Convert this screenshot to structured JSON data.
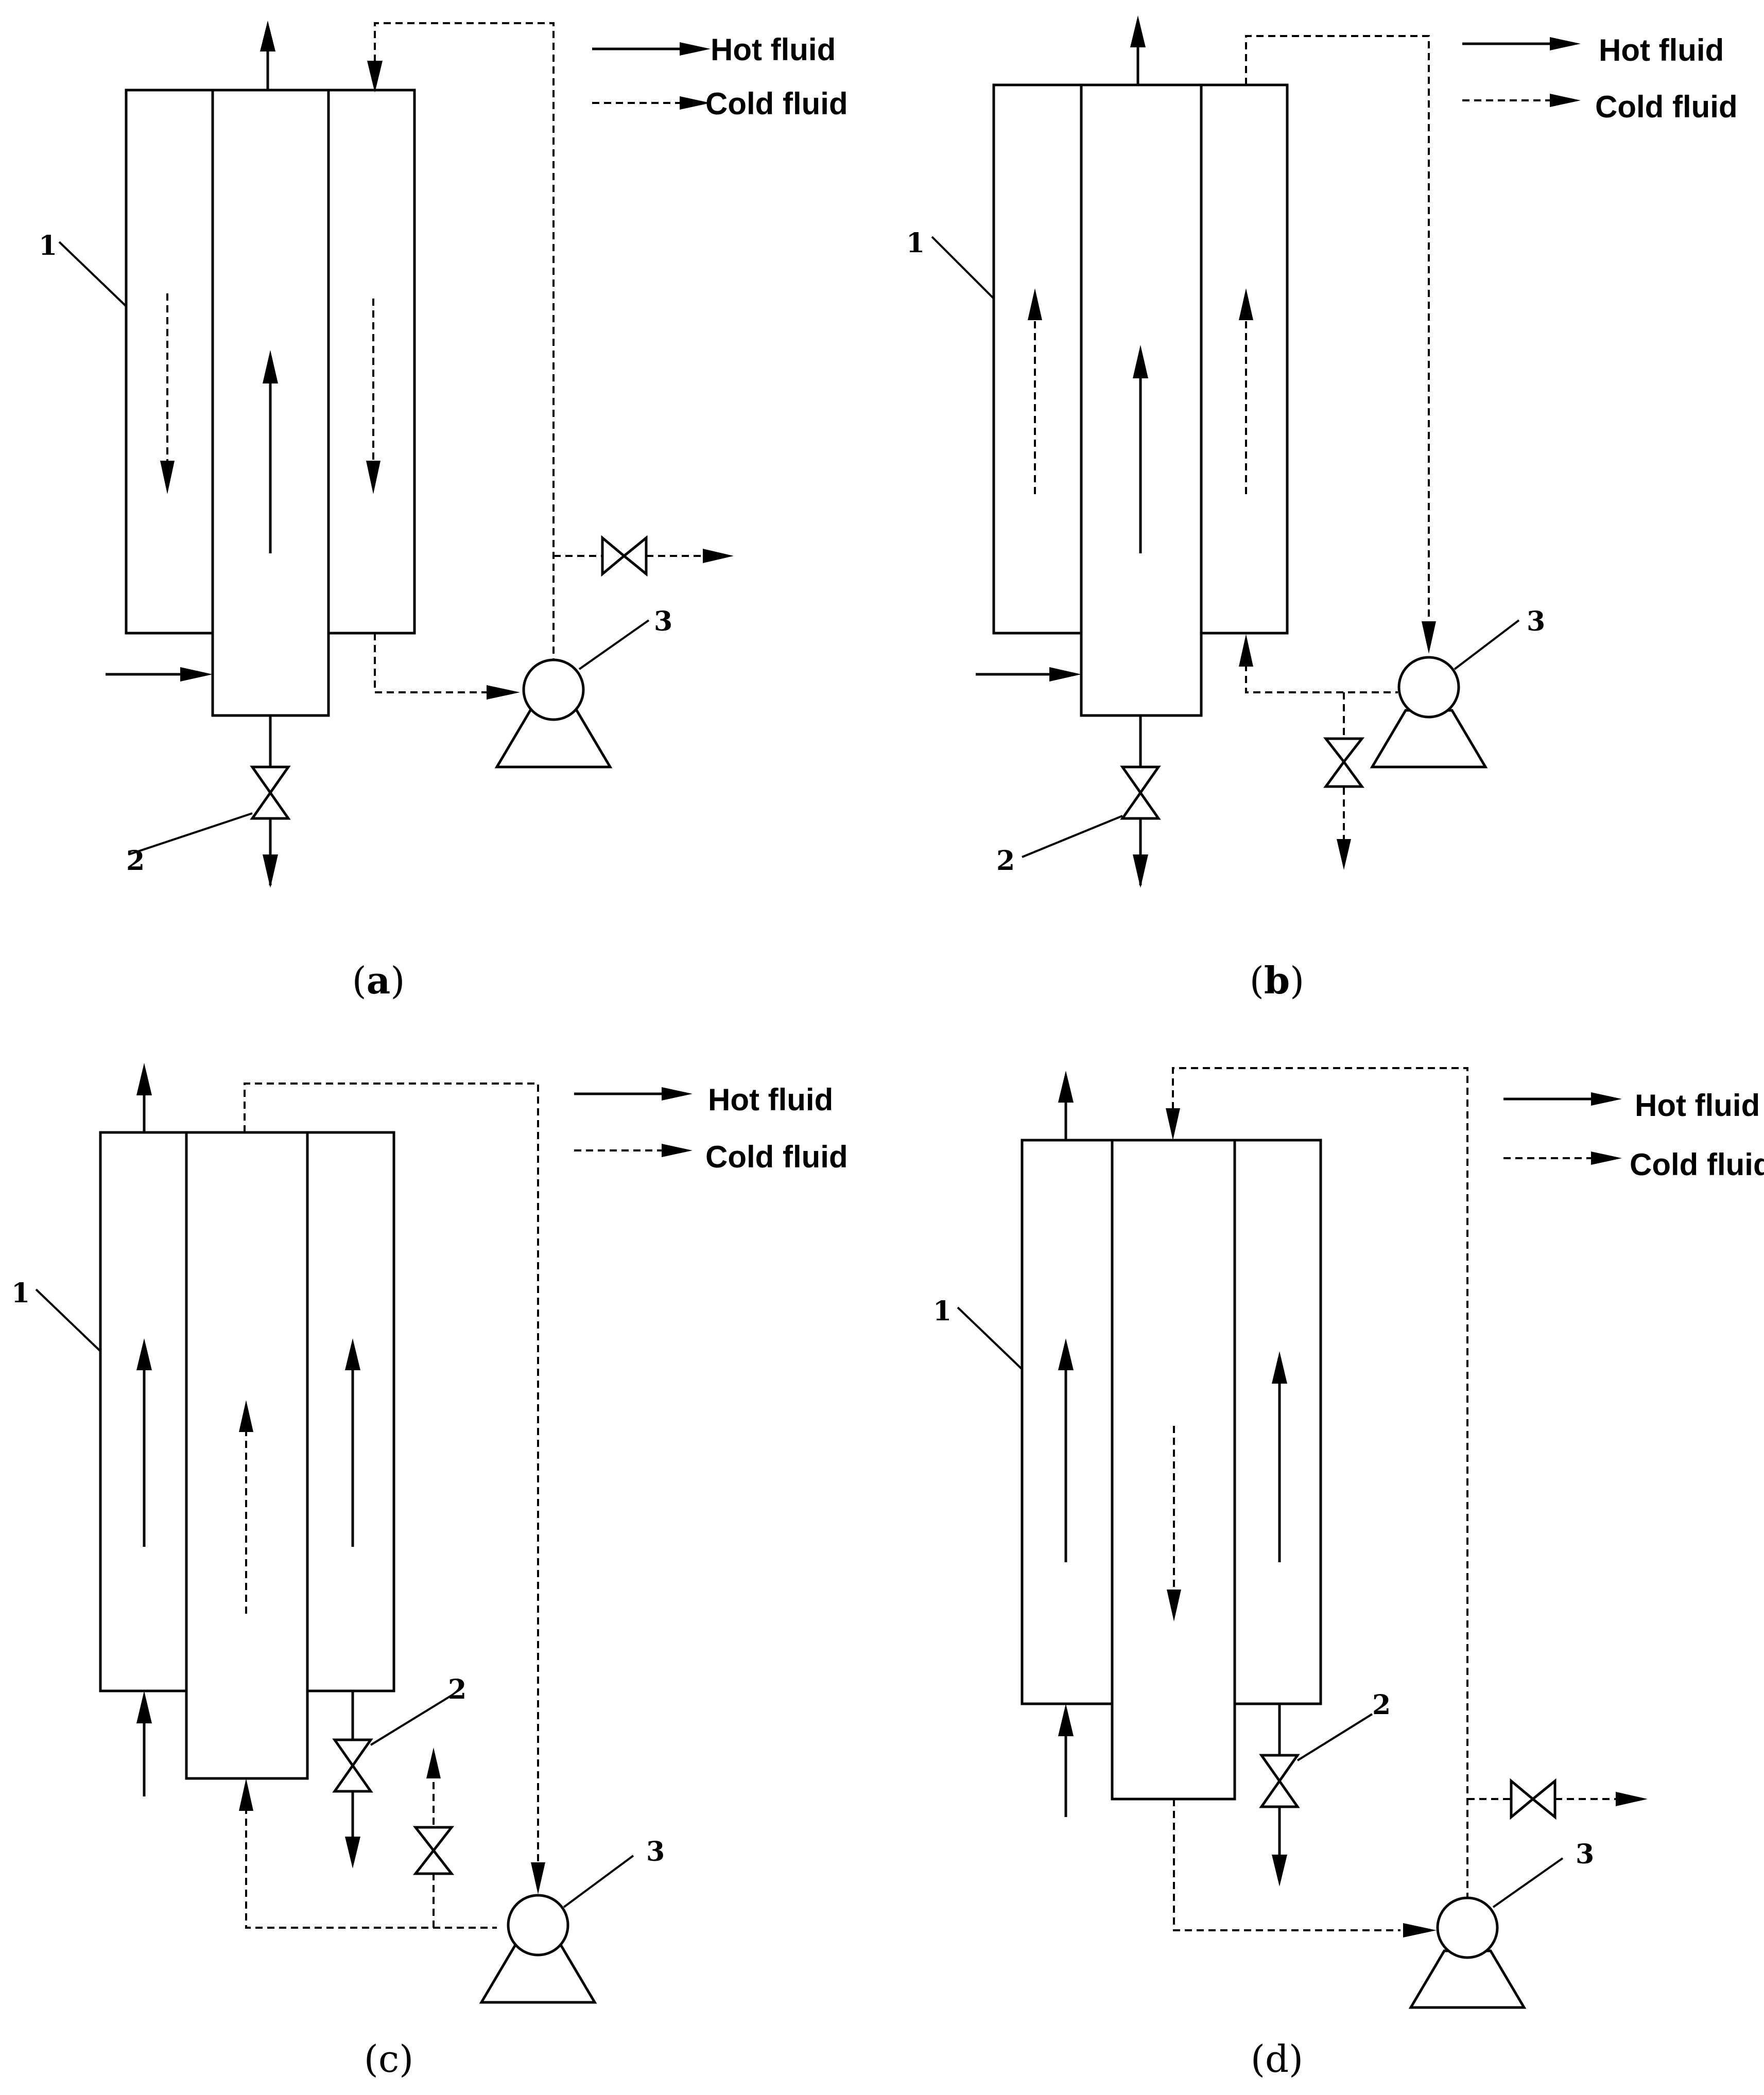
{
  "legend": {
    "hot": "Hot fluid",
    "cold": "Cold fluid"
  },
  "panels": [
    {
      "caption_open": "(",
      "caption_letter": "a",
      "caption_close": ")",
      "caption_bold": true,
      "label_exchanger": "1",
      "label_valve": "2",
      "label_pump": "3"
    },
    {
      "caption_open": "(",
      "caption_letter": "b",
      "caption_close": ")",
      "caption_bold": true,
      "label_exchanger": "1",
      "label_valve": "2",
      "label_pump": "3"
    },
    {
      "caption_open": "(",
      "caption_letter": "c",
      "caption_close": ")",
      "caption_bold": false,
      "label_exchanger": "1",
      "label_valve": "2",
      "label_pump": "3"
    },
    {
      "caption_open": "(",
      "caption_letter": "d",
      "caption_close": ")",
      "caption_bold": false,
      "label_exchanger": "1",
      "label_valve": "2",
      "label_pump": "3"
    }
  ]
}
